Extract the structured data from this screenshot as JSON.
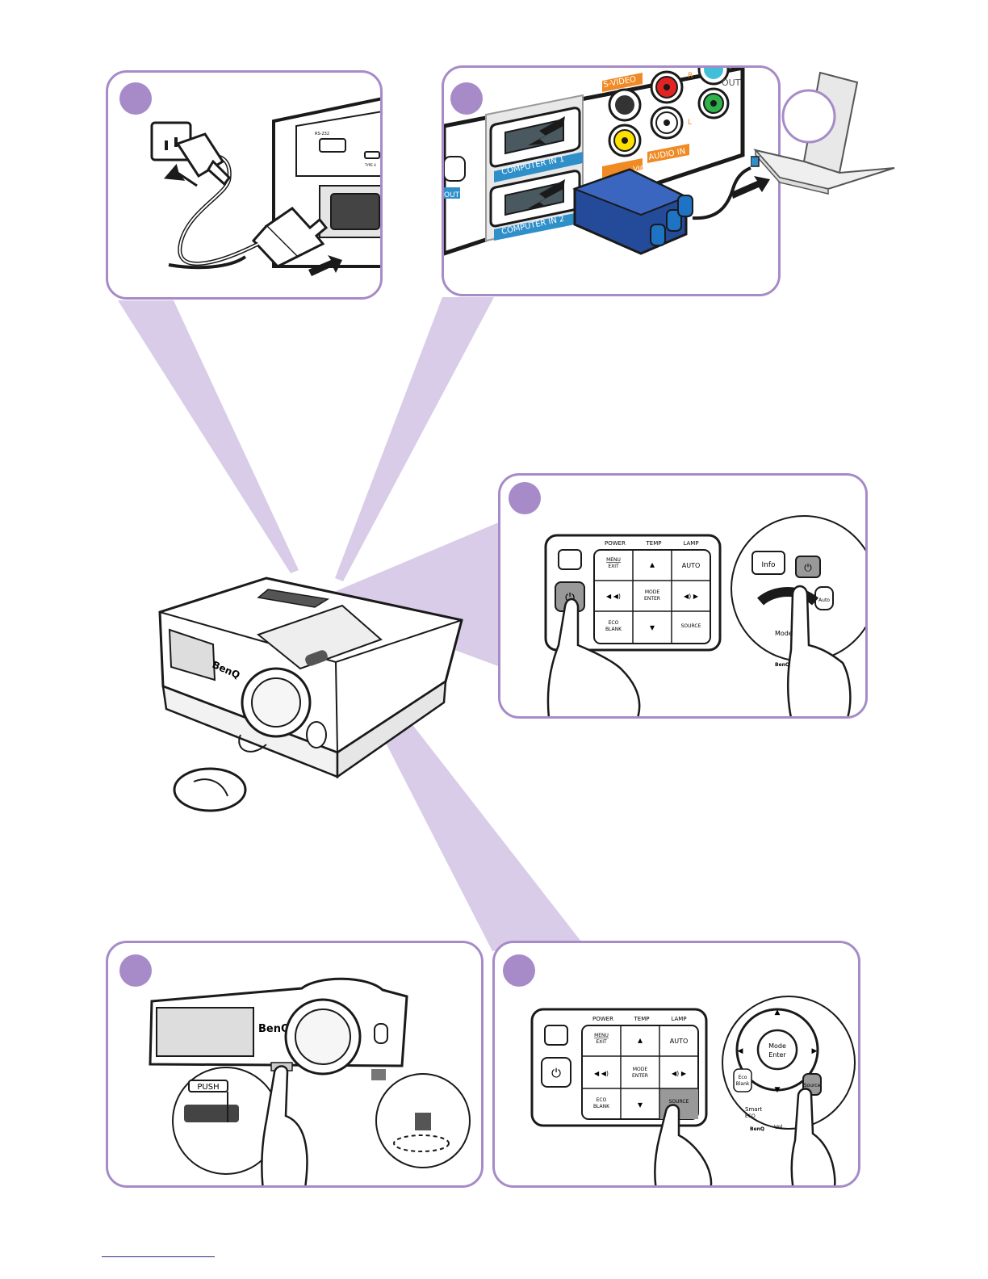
{
  "colors": {
    "accent": "#a68bc8",
    "beam": "#d9cce8",
    "port_blue": "#2f8fc9",
    "port_orange": "#f08a24",
    "line": "#1a1a1a"
  },
  "panel2": {
    "svideo": "S-VIDEO",
    "computer_in_1": "COMPUTER IN 1",
    "computer_in_2": "COMPUTER IN 2",
    "audio_in": "AUDIO IN",
    "out": "OUT",
    "video": "VIDEO",
    "monitor_out": "OUT",
    "r": "R",
    "l": "L"
  },
  "panel1": {
    "rs232": "RS-232",
    "usb": "TYPE A"
  },
  "keypad": {
    "power": "POWER",
    "temp": "TEMP",
    "lamp": "LAMP",
    "menu": "MENU",
    "exit": "EXIT",
    "auto": "AUTO",
    "mode": "MODE",
    "enter": "ENTER",
    "eco": "ECO",
    "blank": "BLANK",
    "source": "SOURCE"
  },
  "remote": {
    "info": "Info",
    "auto": "Auto",
    "mode": "Mode",
    "enter": "Enter",
    "eco": "Eco",
    "blank": "Blank",
    "source": "Source",
    "smart": "Smart",
    "eco_short": "ECO",
    "vol": "Vol"
  },
  "brand": "BenQ",
  "panel4": {
    "push": "PUSH"
  }
}
